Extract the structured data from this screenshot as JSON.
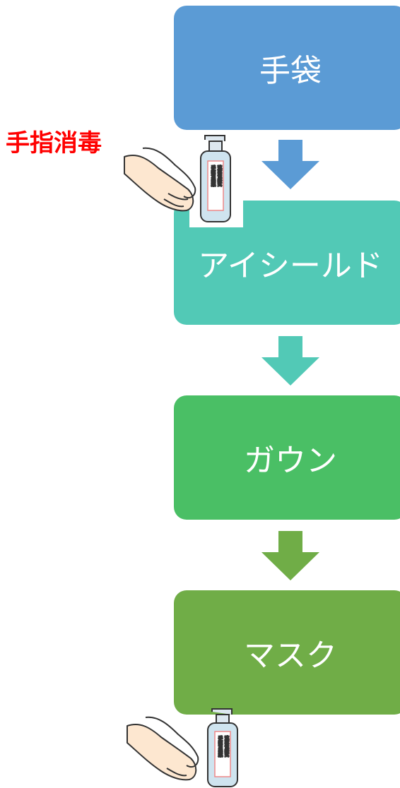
{
  "steps": [
    {
      "label": "手袋",
      "color": "#5b9bd5"
    },
    {
      "label": "アイシールド",
      "color": "#52c9b6"
    },
    {
      "label": "ガウン",
      "color": "#4abf65"
    },
    {
      "label": "マスク",
      "color": "#70ad47"
    }
  ],
  "arrows": [
    {
      "icon": "down-arrow-icon",
      "color": "#5b9bd5"
    },
    {
      "icon": "down-arrow-icon",
      "color": "#52c9b6"
    },
    {
      "icon": "down-arrow-icon",
      "color": "#70ad47"
    }
  ],
  "hand_sanitize": {
    "label": "手指消毒",
    "label_color": "#ff0000",
    "bottle_text_line1": "速乾性擦式",
    "bottle_text_line2": "手指消毒薬"
  }
}
